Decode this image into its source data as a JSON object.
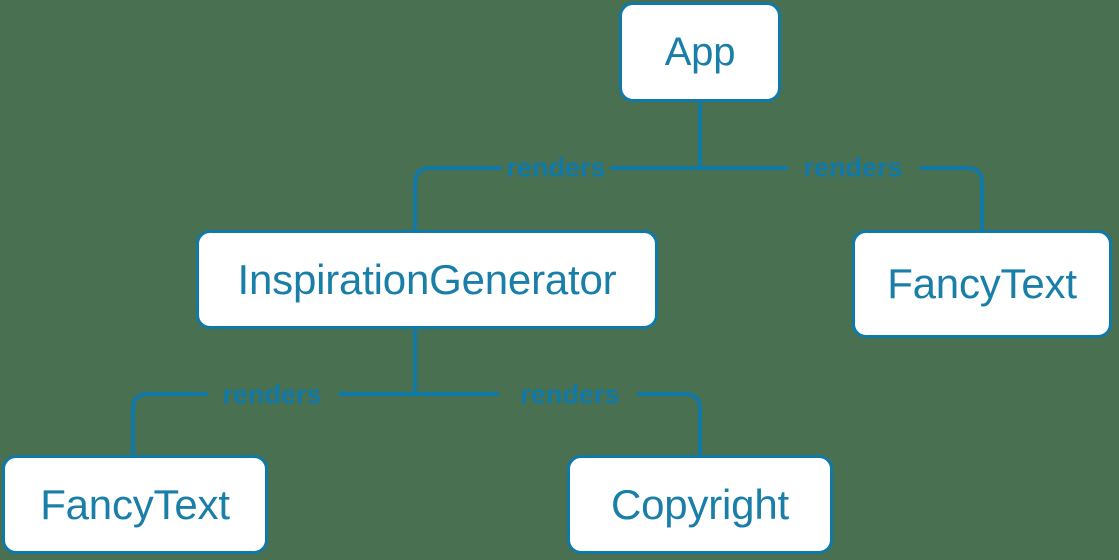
{
  "diagram": {
    "type": "component-tree",
    "background_color": "#4a7052",
    "accent_color": "#1179a8",
    "node_fill_color": "#ffffff",
    "node_text_color": "#1a7fa8",
    "nodes": [
      {
        "id": "app",
        "label": "App"
      },
      {
        "id": "inspiration_generator",
        "label": "InspirationGenerator"
      },
      {
        "id": "fancytext_right",
        "label": "FancyText"
      },
      {
        "id": "fancytext_bottom",
        "label": "FancyText"
      },
      {
        "id": "copyright",
        "label": "Copyright"
      }
    ],
    "edges": [
      {
        "from": "app",
        "to": "inspiration_generator",
        "label": "renders"
      },
      {
        "from": "app",
        "to": "fancytext_right",
        "label": "renders"
      },
      {
        "from": "inspiration_generator",
        "to": "fancytext_bottom",
        "label": "renders"
      },
      {
        "from": "inspiration_generator",
        "to": "copyright",
        "label": "renders"
      }
    ]
  }
}
